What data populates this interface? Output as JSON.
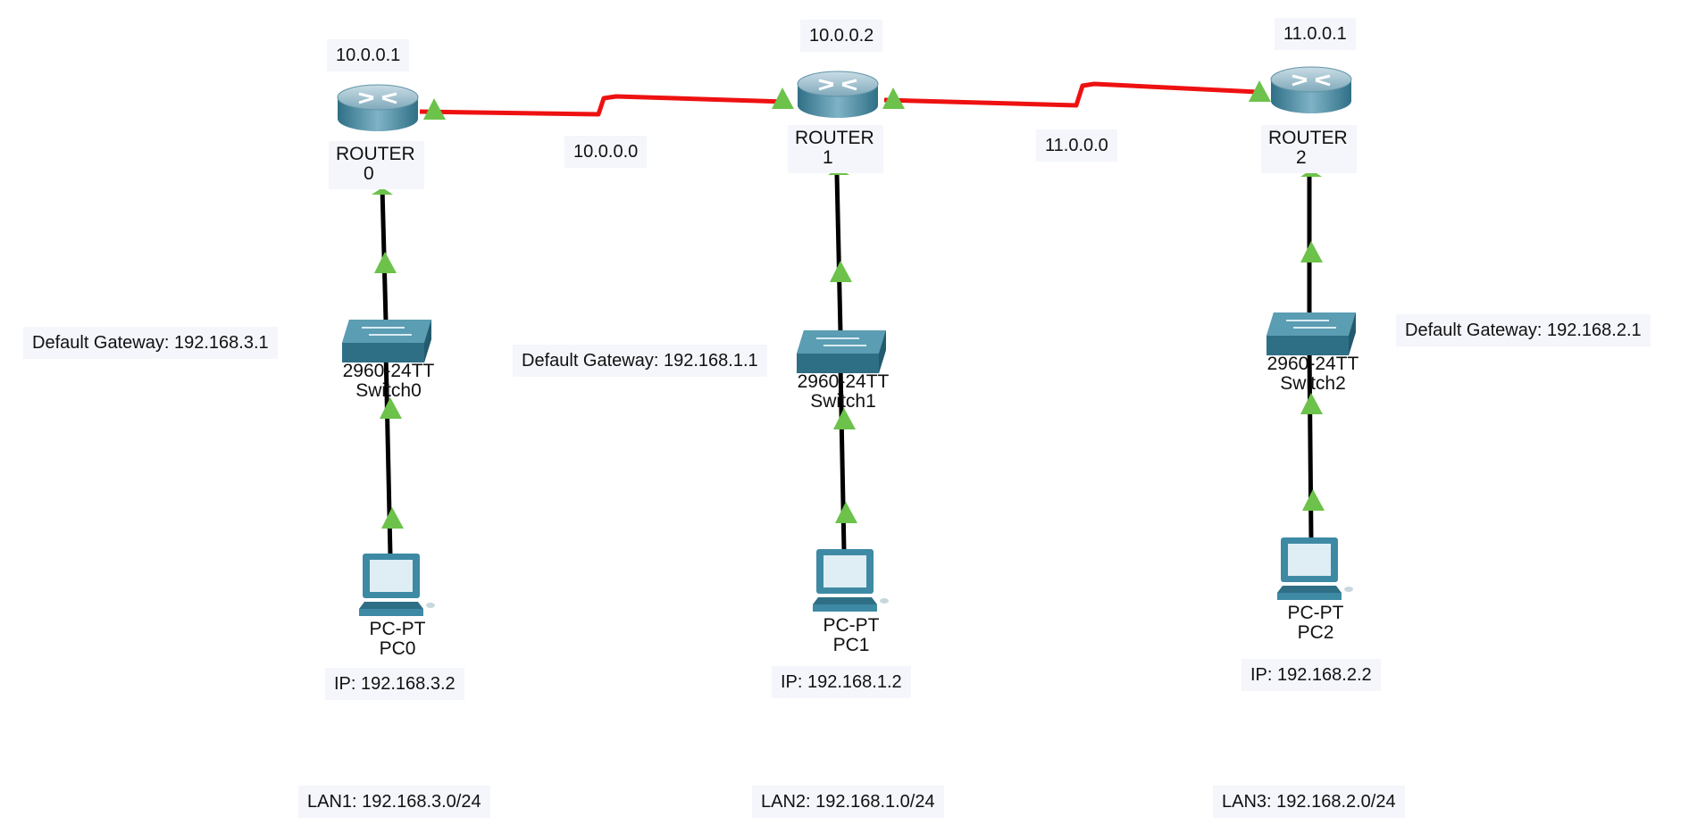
{
  "colors": {
    "serial_link": "#ee1111",
    "ethernet_link": "#000000",
    "port_up": "#6cc24a",
    "device_body": "#3e8aa4",
    "label_background": "#f4f6fb"
  },
  "routers": [
    {
      "model": "ROUTER",
      "name": "0",
      "address": "10.0.0.1"
    },
    {
      "model": "ROUTER",
      "name": "1",
      "address": "10.0.0.2"
    },
    {
      "model": "ROUTER",
      "name": "2",
      "address": "11.0.0.1"
    }
  ],
  "serial_networks": [
    "10.0.0.0",
    "11.0.0.0"
  ],
  "switches": [
    {
      "model": "2960-24TT",
      "name": "Switch0",
      "gateway": "Default Gateway: 192.168.3.1"
    },
    {
      "model": "2960-24TT",
      "name": "Switch1",
      "gateway": "Default Gateway: 192.168.1.1"
    },
    {
      "model": "2960-24TT",
      "name": "Switch2",
      "gateway": "Default Gateway: 192.168.2.1"
    }
  ],
  "pcs": [
    {
      "model": "PC-PT",
      "name": "PC0",
      "ip": "IP: 192.168.3.2"
    },
    {
      "model": "PC-PT",
      "name": "PC1",
      "ip": "IP: 192.168.1.2"
    },
    {
      "model": "PC-PT",
      "name": "PC2",
      "ip": "IP: 192.168.2.2"
    }
  ],
  "lans": [
    "LAN1: 192.168.3.0/24",
    "LAN2: 192.168.1.0/24",
    "LAN3: 192.168.2.0/24"
  ]
}
